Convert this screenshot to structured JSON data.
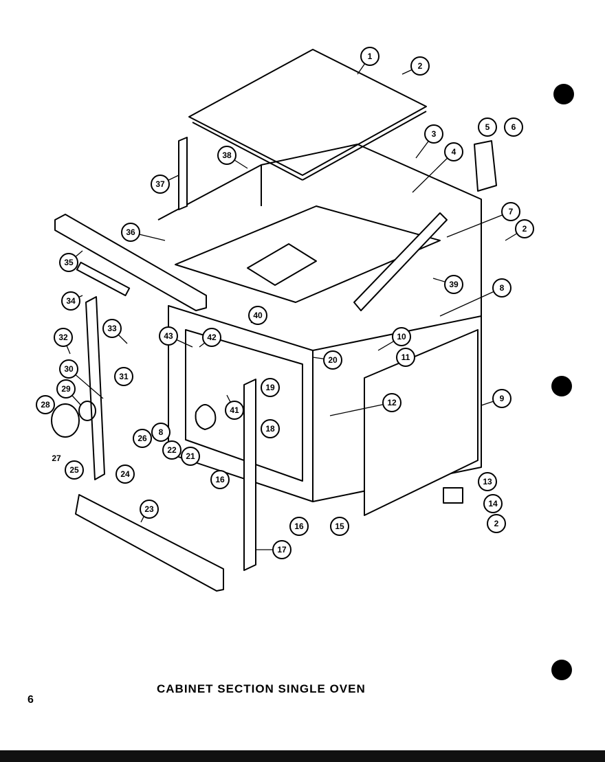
{
  "caption": "CABINET SECTION SINGLE OVEN",
  "page_number": "6",
  "parts": [
    "1",
    "2",
    "3",
    "4",
    "5",
    "6",
    "7",
    "8",
    "9",
    "10",
    "11",
    "12",
    "13",
    "14",
    "15",
    "16",
    "17",
    "18",
    "19",
    "20",
    "21",
    "22",
    "23",
    "24",
    "25",
    "26",
    "27",
    "28",
    "29",
    "30",
    "31",
    "32",
    "33",
    "34",
    "35",
    "36",
    "37",
    "38",
    "39",
    "40",
    "41",
    "42",
    "43"
  ]
}
